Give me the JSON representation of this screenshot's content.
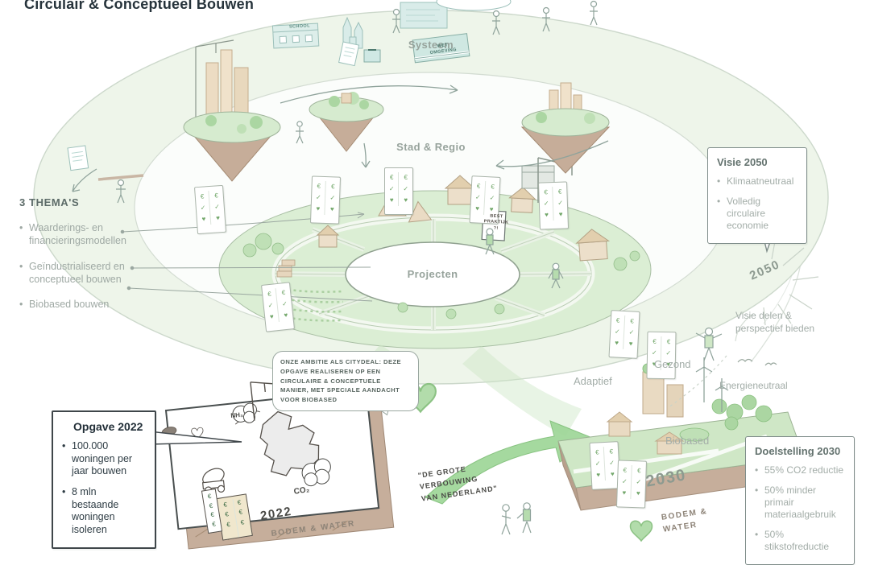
{
  "title": "Circulair & Conceptueel Bouwen",
  "rings": {
    "systeem": "Systeem",
    "stad_regio": "Stad & Regio",
    "projecten": "Projecten"
  },
  "themes": {
    "heading": "3 THEMA'S",
    "items": [
      "Waarderings- en financieringsmodellen",
      "Geïndustrialiseerd en conceptueel bouwen",
      "Biobased bouwen"
    ]
  },
  "visie_2050": {
    "heading": "Visie 2050",
    "items": [
      "Klimaatneutraal",
      "Volledig circulaire economie"
    ]
  },
  "opgave_2022": {
    "heading": "Opgave 2022",
    "items": [
      "100.000 woningen per jaar bouwen",
      "8 mln bestaande woningen isoleren"
    ]
  },
  "doelstelling_2030": {
    "heading": "Doelstelling 2030",
    "items": [
      "55% CO2 reductie",
      "50% minder primair materiaalgebruik",
      "50% stikstofreductie"
    ]
  },
  "ambition_bubble": "Onze ambitie als Citydeal: deze opgave realiseren op een circulaire & conceptuele manier, met speciale aandacht voor biobased",
  "labels": {
    "visie_delen": "Visie delen &\nperspectief bieden",
    "gezond": "Gezond",
    "adaptief": "Adaptief",
    "energieneutraal": "Energieneutraal",
    "biobased": "Biobased",
    "year_2050": "2050",
    "year_2030": "2030",
    "year_2022": "2022",
    "grote_verbouwing": "\"De grote\nverbouwing\nvan Nederland\"",
    "bodem_water_right": "Bodem &\nWater",
    "bodem_water_left": "Bodem & Water",
    "co2": "CO₂",
    "nh3": "NH₃",
    "school": "School",
    "wet_omgeving": "Wet\nOmgeving",
    "best_practice": "Best\npraktijk\n?!"
  },
  "scorecard": {
    "col_a": "€\n✓\n♥",
    "col_b": "€\n✓\n♥"
  },
  "euro_card": {
    "col_a": "€\n€\n€",
    "col_b": "€\n€\n€",
    "strip": "€\n€\n€\n€"
  },
  "colors": {
    "accent_green": "#9ed697",
    "pale_green": "#eef5ea",
    "soil_brown": "#c6ae9b",
    "ink": "#26333b",
    "label_gray": "#a3ada8"
  }
}
